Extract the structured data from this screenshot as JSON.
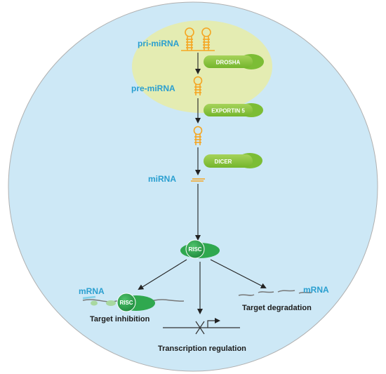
{
  "labels": {
    "pri_mirna": "pri-miRNA",
    "pre_mirna": "pre-miRNA",
    "mirna": "miRNA",
    "mrna_left": "mRNA",
    "mrna_right": "mRNA",
    "target_inhibition": "Target inhibition",
    "target_degradation": "Target degradation",
    "transcription_regulation": "Transcription regulation"
  },
  "enzymes": {
    "drosha": "DROSHA",
    "exportin": "EXPORTIN 5",
    "dicer": "DICER",
    "risc_center": "RISC",
    "risc_left": "RISC"
  },
  "colors": {
    "cell": "#cde8f6",
    "cell_border": "#aaaaaa",
    "nucleus": "#e4ecb2",
    "enzyme_green": "#8dc63f",
    "risc_green": "#2fa84f",
    "mirna_orange": "#f5a623",
    "text_blue": "#2a9fd0",
    "arrow": "#222222"
  }
}
